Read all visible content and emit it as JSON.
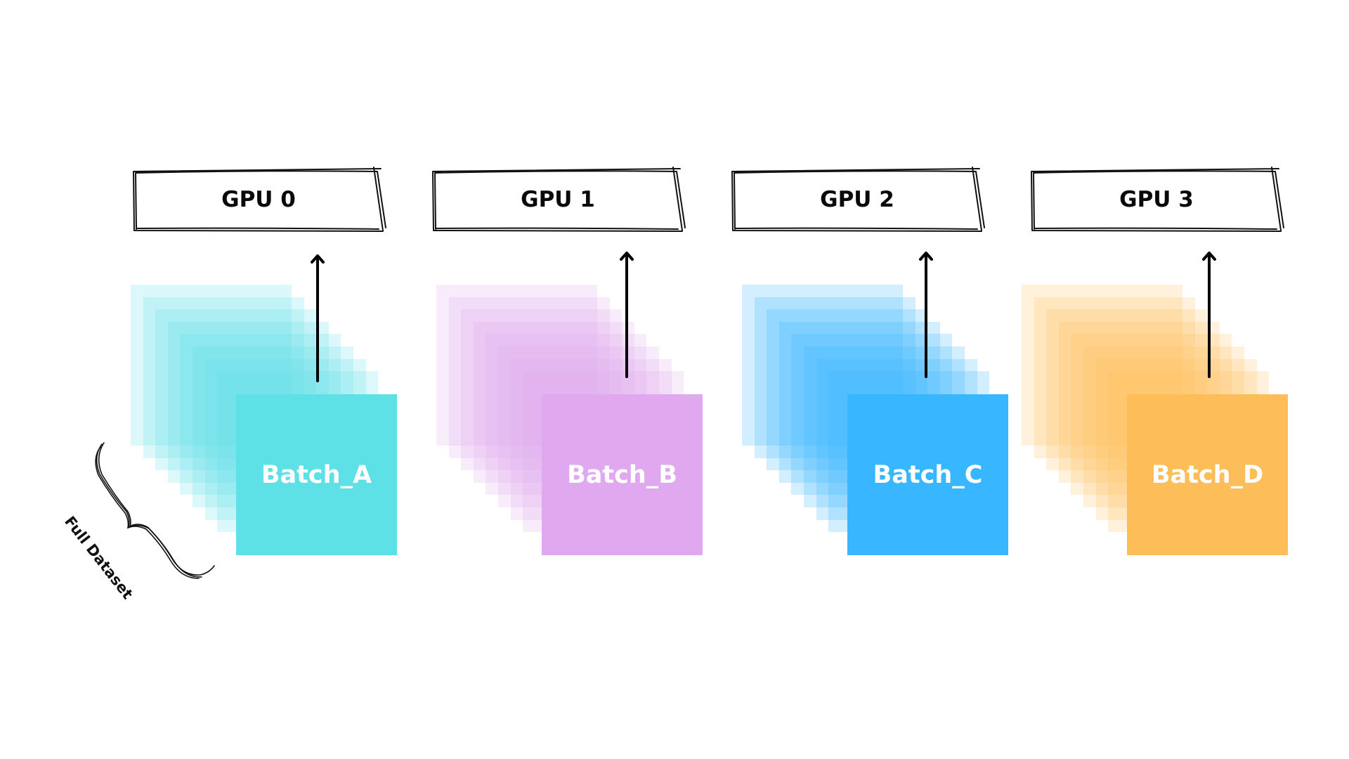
{
  "diagram": {
    "gpus": [
      {
        "label": "GPU 0"
      },
      {
        "label": "GPU 1"
      },
      {
        "label": "GPU 2"
      },
      {
        "label": "GPU 3"
      }
    ],
    "batches": [
      {
        "label": "Batch_A",
        "color": "#5ee1e6",
        "light_color": "#5ee1e6"
      },
      {
        "label": "Batch_B",
        "color": "#e0a8ee",
        "light_color": "#e0a8ee"
      },
      {
        "label": "Batch_C",
        "color": "#38b6ff",
        "light_color": "#38b6ff"
      },
      {
        "label": "Batch_D",
        "color": "#fdbe5a",
        "light_color": "#fdbe5a"
      }
    ],
    "dataset_label": "Full Dataset",
    "stack_layers": 8
  }
}
